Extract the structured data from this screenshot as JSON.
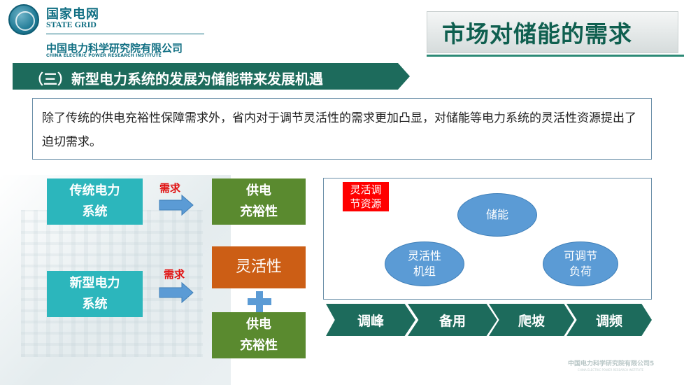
{
  "header": {
    "logo_cn": "国家电网",
    "logo_en": "STATE GRID",
    "institute_cn": "中国电力科学研究院有限公司",
    "institute_en": "CHINA ELECTRIC POWER RESEARCH INSTITUTE",
    "page_title": "市场对储能的需求"
  },
  "section": {
    "title": "（三）新型电力系统的发展为储能带来发展机遇"
  },
  "intro": {
    "text": "除了传统的供电充裕性保障需求外，省内对于调节灵活性的需求更加凸显，对储能等电力系统的灵活性资源提出了迫切需求。"
  },
  "left_flow": {
    "traditional": {
      "line1": "传统电力",
      "line2": "系统"
    },
    "new_system": {
      "line1": "新型电力",
      "line2": "系统"
    },
    "demand_label_1": "需求",
    "demand_label_2": "需求",
    "supply_top": {
      "line1": "供电",
      "line2": "充裕性"
    },
    "flexibility": "灵活性",
    "supply_bottom": {
      "line1": "供电",
      "line2": "充裕性"
    }
  },
  "resources": {
    "tag": {
      "line1": "灵活调",
      "line2": "节资源"
    },
    "storage": "储能",
    "flex_units": {
      "line1": "灵活性",
      "line2": "机组"
    },
    "adjustable_load": {
      "line1": "可调节",
      "line2": "负荷"
    }
  },
  "services": [
    "调峰",
    "备用",
    "爬坡",
    "调频"
  ],
  "footer": {
    "cn": "中国电力科学研究院有限公司5",
    "en": "CHINA ELECTRIC POWER RESEARCH INSTITUTE"
  },
  "colors": {
    "teal": "#2cb6bc",
    "green": "#5a8a2f",
    "orange": "#cc5e15",
    "dark_green": "#1d6b5c",
    "ellipse_blue": "#5b9bd5",
    "red": "#ff0000"
  }
}
